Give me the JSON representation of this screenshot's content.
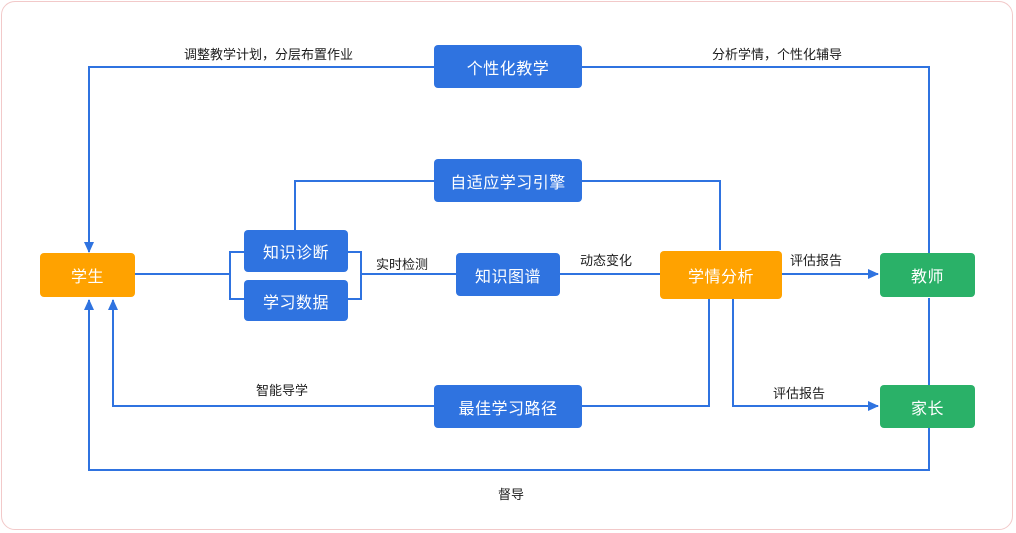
{
  "colors": {
    "line": "#2f73e0",
    "blue_node": "#2f73e0",
    "orange_node": "#ffa200",
    "green_node": "#2ab168",
    "frame_border": "#f2c9c9"
  },
  "nodes": {
    "student": "学生",
    "knowledge_diagnosis": "知识诊断",
    "learning_data": "学习数据",
    "knowledge_graph": "知识图谱",
    "learning_analysis": "学情分析",
    "teacher": "教师",
    "parent": "家长",
    "personalized_teaching": "个性化教学",
    "adaptive_engine": "自适应学习引擎",
    "best_path": "最佳学习路径"
  },
  "edge_labels": {
    "adjust_plan": "调整教学计划，分层布置作业",
    "analyze_guide": "分析学情，个性化辅导",
    "realtime_detect": "实时检测",
    "dynamic_change": "动态变化",
    "report_teacher": "评估报告",
    "report_parent": "评估报告",
    "smart_guide": "智能导学",
    "supervise": "督导"
  }
}
